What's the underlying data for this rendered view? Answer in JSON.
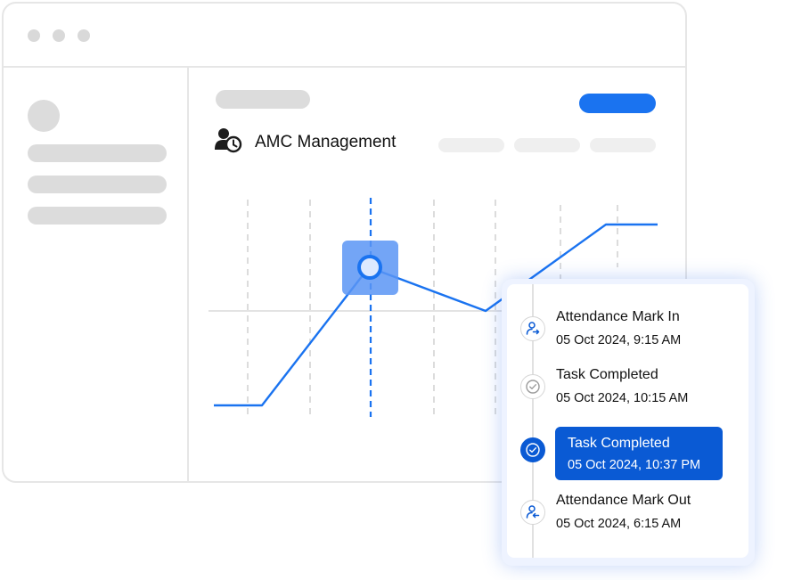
{
  "header": {
    "title": "AMC Management",
    "icon": "user-clock-icon"
  },
  "colors": {
    "accent": "#1a73f0",
    "accent_dark": "#0a5ad4",
    "placeholder": "#dcdcdc",
    "border": "#e6e6e6"
  },
  "timeline": {
    "items": [
      {
        "title": "Attendance Mark In",
        "time": "05 Oct 2024, 9:15 AM",
        "icon": "user-arrow-in-icon",
        "active": false
      },
      {
        "title": "Task Completed",
        "time": "05 Oct 2024,  10:15 AM",
        "icon": "check-circle-icon",
        "active": false
      },
      {
        "title": "Task Completed",
        "time": "05 Oct 2024, 10:37 PM",
        "icon": "check-circle-icon",
        "active": true
      },
      {
        "title": "Attendance Mark Out",
        "time": "05 Oct 2024, 6:15 AM",
        "icon": "user-arrow-out-icon",
        "active": false
      }
    ]
  }
}
